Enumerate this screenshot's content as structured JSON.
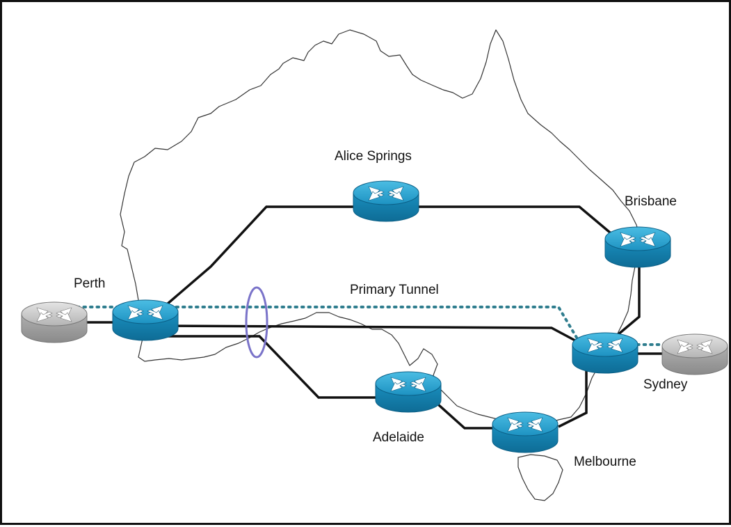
{
  "labels": {
    "perth": "Perth",
    "alice_springs": "Alice Springs",
    "brisbane": "Brisbane",
    "sydney": "Sydney",
    "adelaide": "Adelaide",
    "melbourne": "Melbourne",
    "primary_tunnel": "Primary Tunnel"
  },
  "colors": {
    "router_blue": "#1f9fcc",
    "router_gray": "#bcbcbc",
    "link": "#111111",
    "tunnel": "#2f7d8e",
    "ellipse": "#7a73c9",
    "coastline": "#333333"
  },
  "icons": {
    "router": "router-icon",
    "edge_device": "router-icon"
  }
}
